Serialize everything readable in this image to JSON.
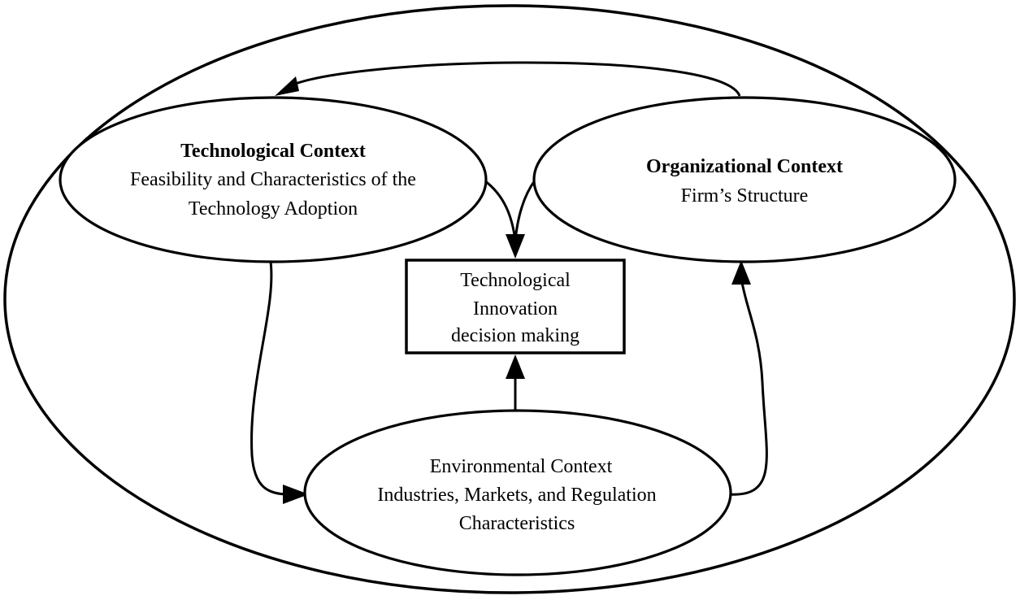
{
  "technological": {
    "title": "Technological Context",
    "line1": "Feasibility and Characteristics of the",
    "line2": "Technology Adoption"
  },
  "organizational": {
    "title": "Organizational Context",
    "line1": "Firm’s Structure"
  },
  "environmental": {
    "title": "Environmental Context",
    "line1": "Industries, Markets, and Regulation",
    "line2": "Characteristics"
  },
  "decision": {
    "line1": "Technological",
    "line2": "Innovation",
    "line3": "decision making"
  }
}
